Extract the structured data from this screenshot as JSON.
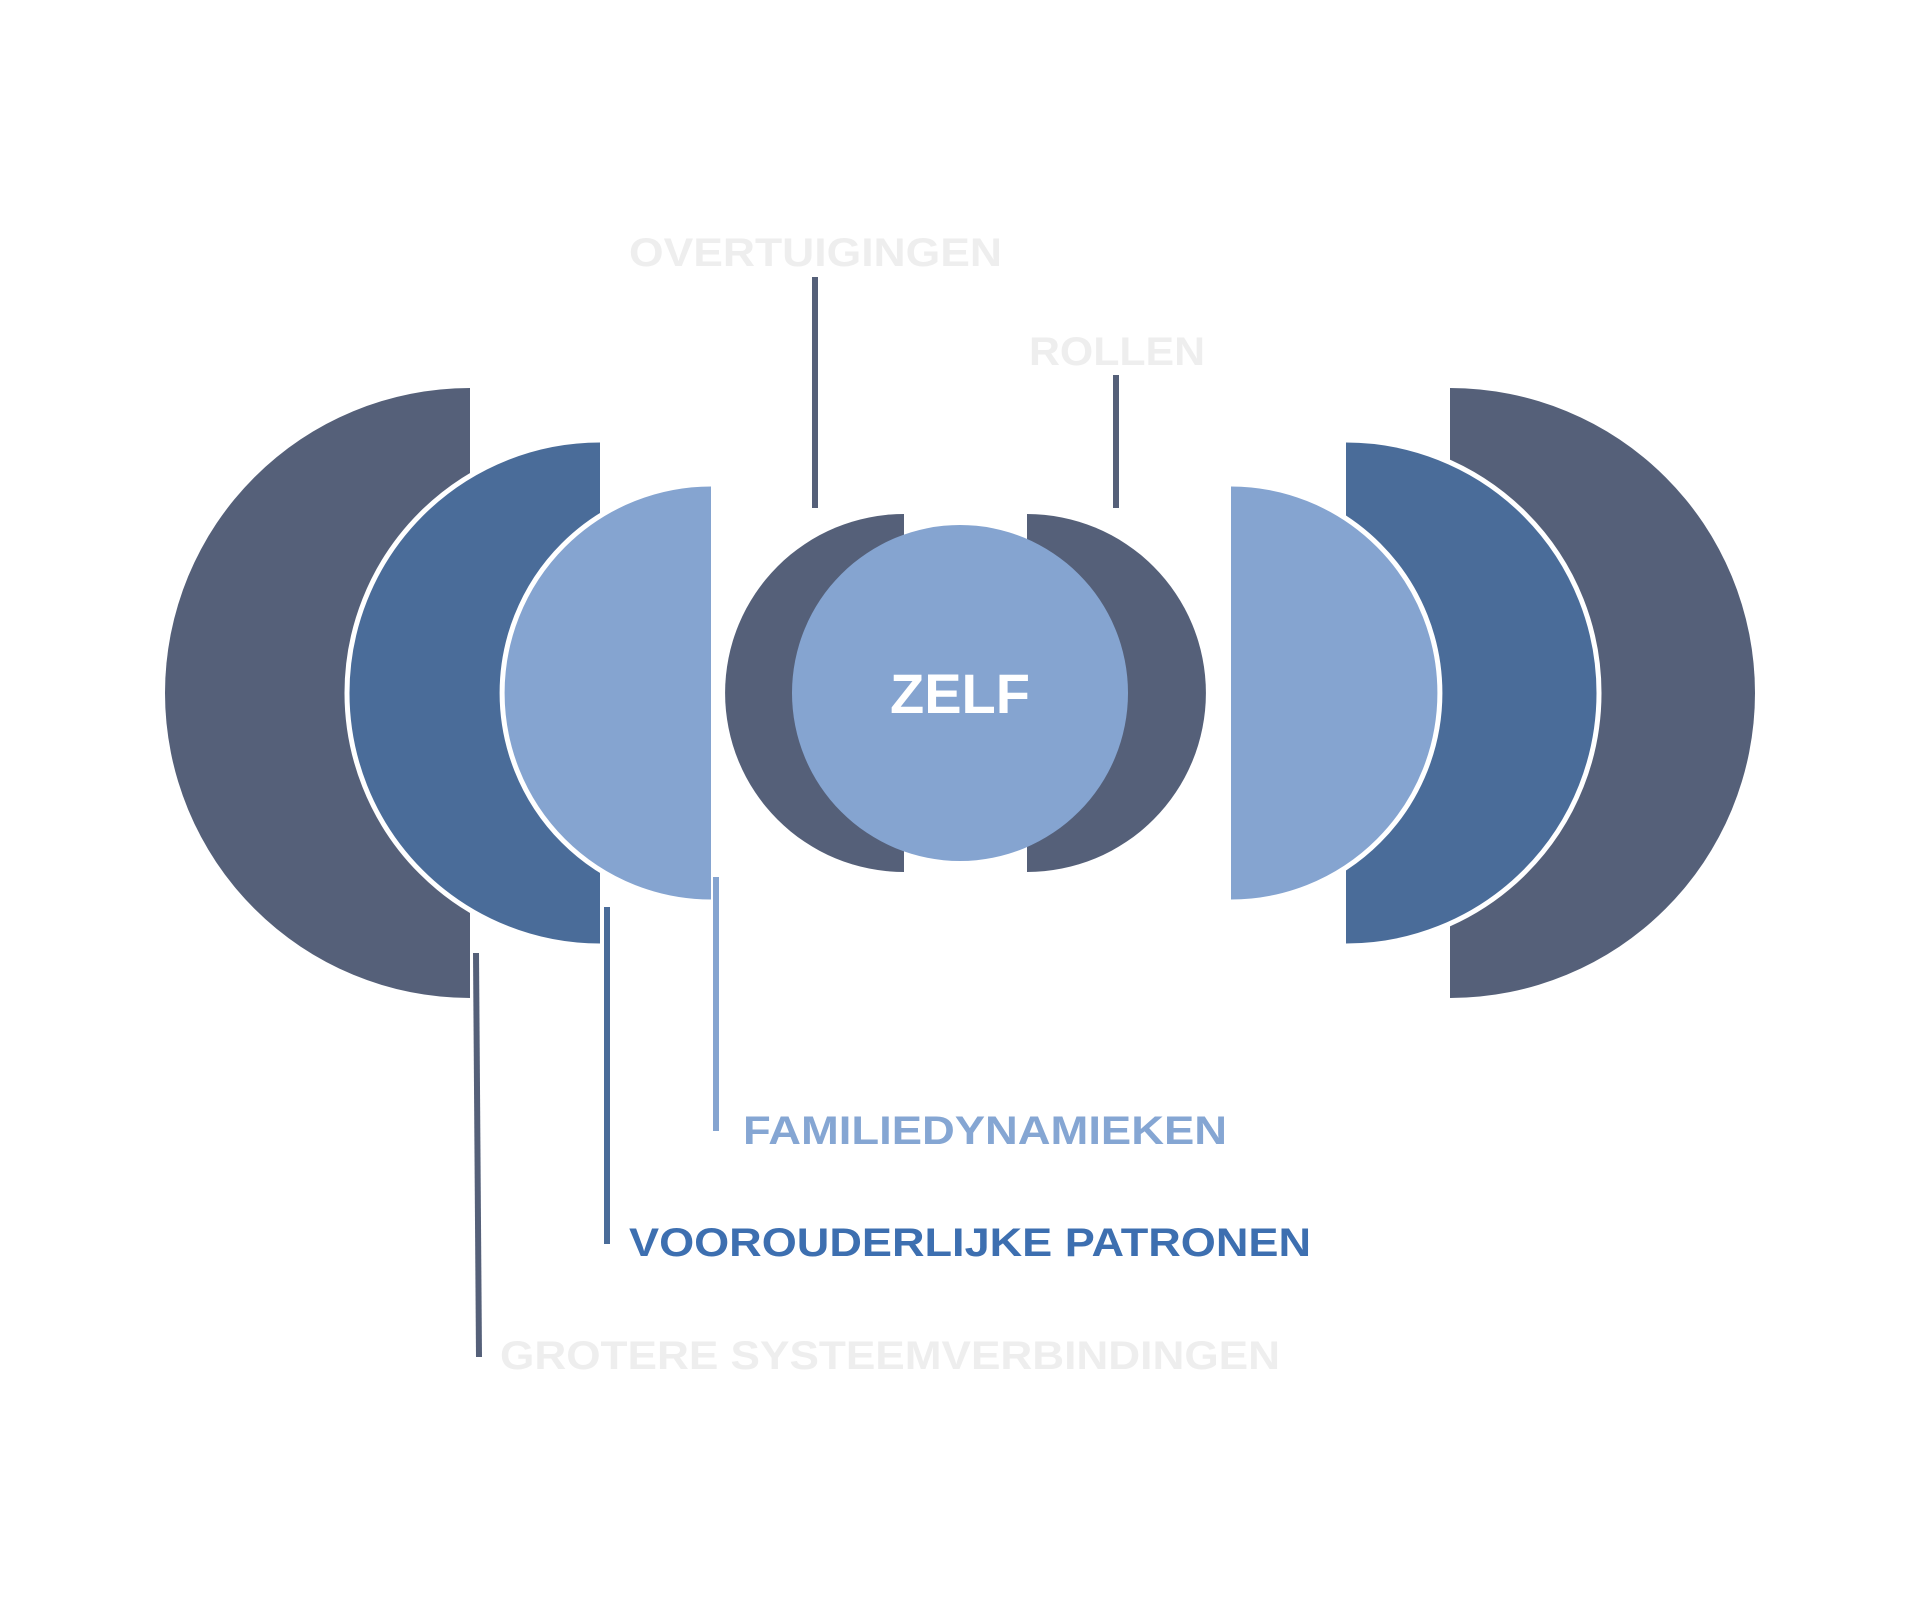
{
  "center": {
    "label": "ZELF"
  },
  "labels": {
    "beliefs": "OVERTUIGINGEN",
    "roles": "ROLLEN",
    "family": "FAMILIEDYNAMIEKEN",
    "ancestral": "VOOROUDERLIJKE PATRONEN",
    "system": "GROTERE SYSTEEMVERBINDINGEN"
  },
  "colors": {
    "dark": "#556079",
    "medium": "#4a6c99",
    "light": "#85a4d0",
    "label_light_gray": "#eeeeee",
    "label_family": "#85a6d3",
    "label_ancestral": "#3d6fb0",
    "center_text": "#ffffff"
  }
}
